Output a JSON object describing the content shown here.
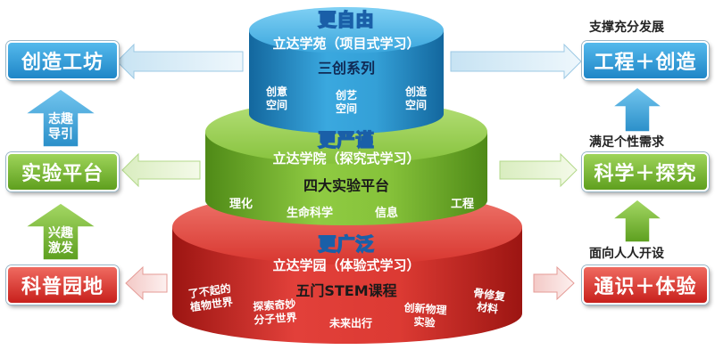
{
  "top": {
    "motto": "更自由",
    "title": "立达学苑（项目式学习）",
    "subtitle": "三创系列",
    "items": [
      {
        "line1": "创意",
        "line2": "空间"
      },
      {
        "line1": "创艺",
        "line2": "空间"
      },
      {
        "line1": "创造",
        "line2": "空间"
      }
    ]
  },
  "middle": {
    "motto": "更严谨",
    "title": "立达学院（探究式学习）",
    "subtitle": "四大实验平台",
    "items": [
      "理化",
      "生命科学",
      "信息",
      "工程"
    ]
  },
  "bottom": {
    "motto": "更广泛",
    "title": "立达学园（体验式学习）",
    "subtitle": "五门STEM课程",
    "items": [
      {
        "line1": "了不起的",
        "line2": "植物世界"
      },
      {
        "line1": "探索奇妙",
        "line2": "分子世界"
      },
      {
        "line1": "未来出行",
        "line2": ""
      },
      {
        "line1": "创新物理",
        "line2": "实验"
      },
      {
        "line1": "骨修复",
        "line2": "材料"
      }
    ]
  },
  "left": {
    "boxes": [
      "创造工坊",
      "实验平台",
      "科普园地"
    ],
    "arrows": [
      {
        "line1": "志趣",
        "line2": "导引"
      },
      {
        "line1": "兴趣",
        "line2": "激发"
      }
    ]
  },
  "right": {
    "boxes": [
      "工程＋创造",
      "科学＋探究",
      "通识＋体验"
    ],
    "captions": [
      "支撑充分发展",
      "满足个性需求",
      "面向人人开设"
    ]
  },
  "colors": {
    "blue": "#2a9fd8",
    "green": "#7cbf35",
    "red": "#d42d26",
    "motto_outline": "#1a5fa8"
  }
}
